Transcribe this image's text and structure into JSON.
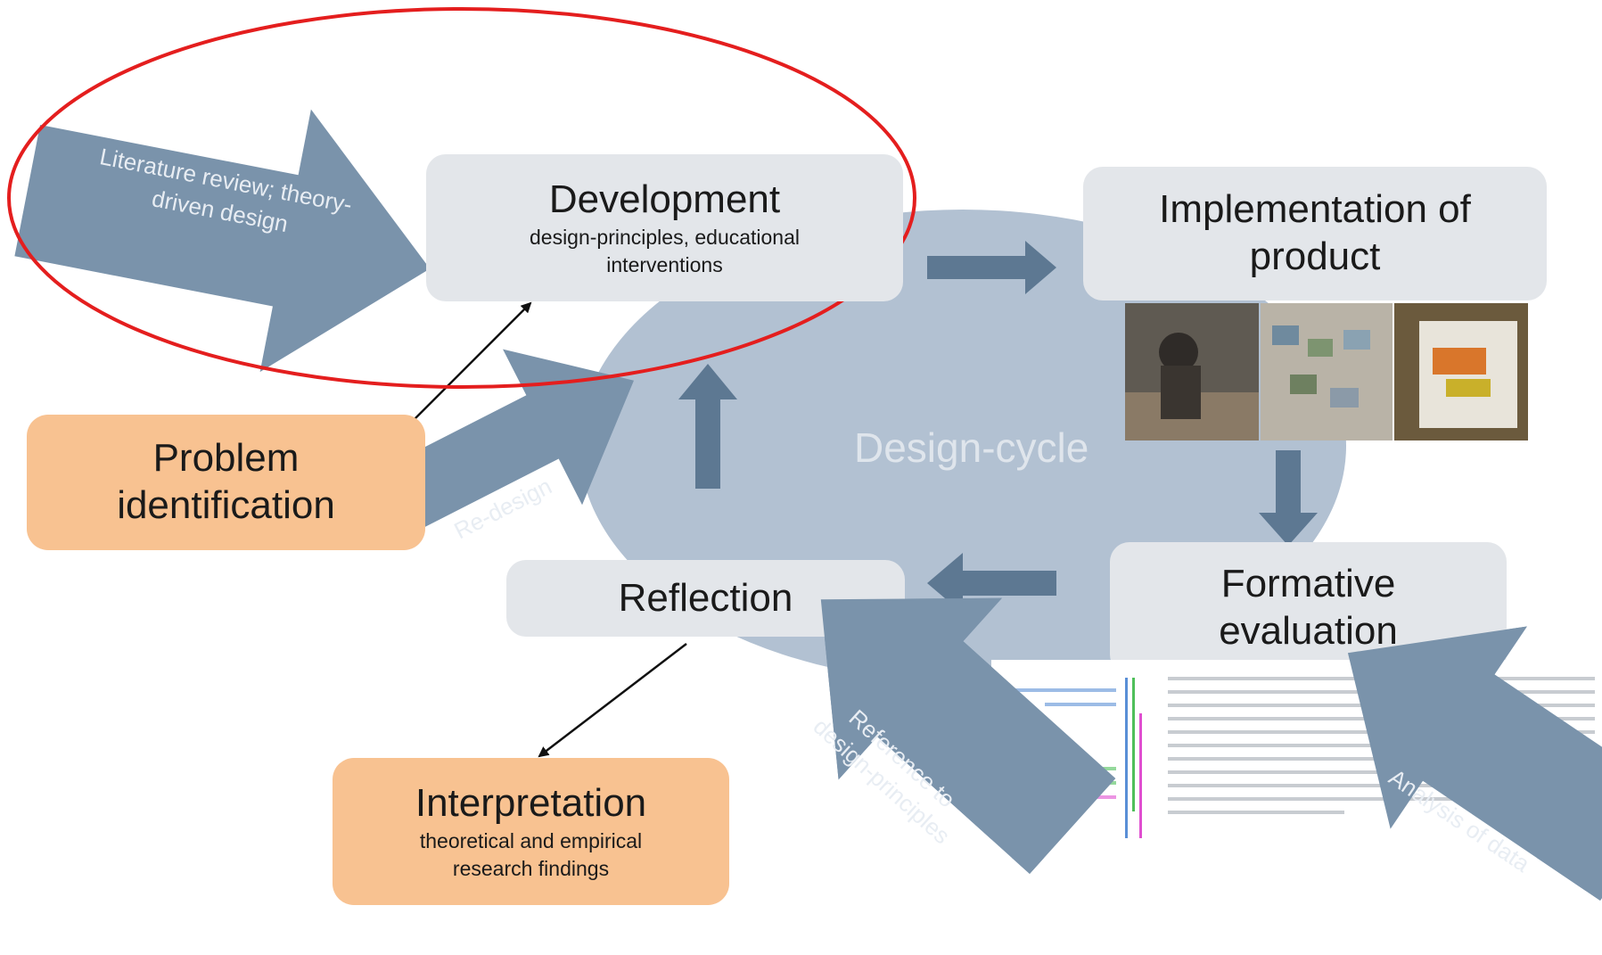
{
  "diagram": {
    "center_label": "Design-cycle",
    "nodes": {
      "development": {
        "title": "Development",
        "subtitle": "design-principles, educational interventions"
      },
      "implementation": {
        "title": "Implementation of product"
      },
      "formative_evaluation": {
        "title": "Formative evaluation"
      },
      "reflection": {
        "title": "Reflection"
      },
      "problem_identification": {
        "title": "Problem identification"
      },
      "interpretation": {
        "title": "Interpretation",
        "subtitle": "theoretical and empirical research findings"
      }
    },
    "arrow_labels": {
      "literature_review": "Literature review; theory-driven design",
      "redesign": "Re-design",
      "reference_design_principles": "Reference to design-principles",
      "analysis_of_data": "Analysis of data"
    },
    "colors": {
      "ellipse": "#b2c1d2",
      "big_arrow": "#7a93ab",
      "cycle_arrow": "#5d7892",
      "grey_box": "#e3e6ea",
      "orange_box": "#f8c291",
      "highlight": "#e41e1e"
    }
  }
}
